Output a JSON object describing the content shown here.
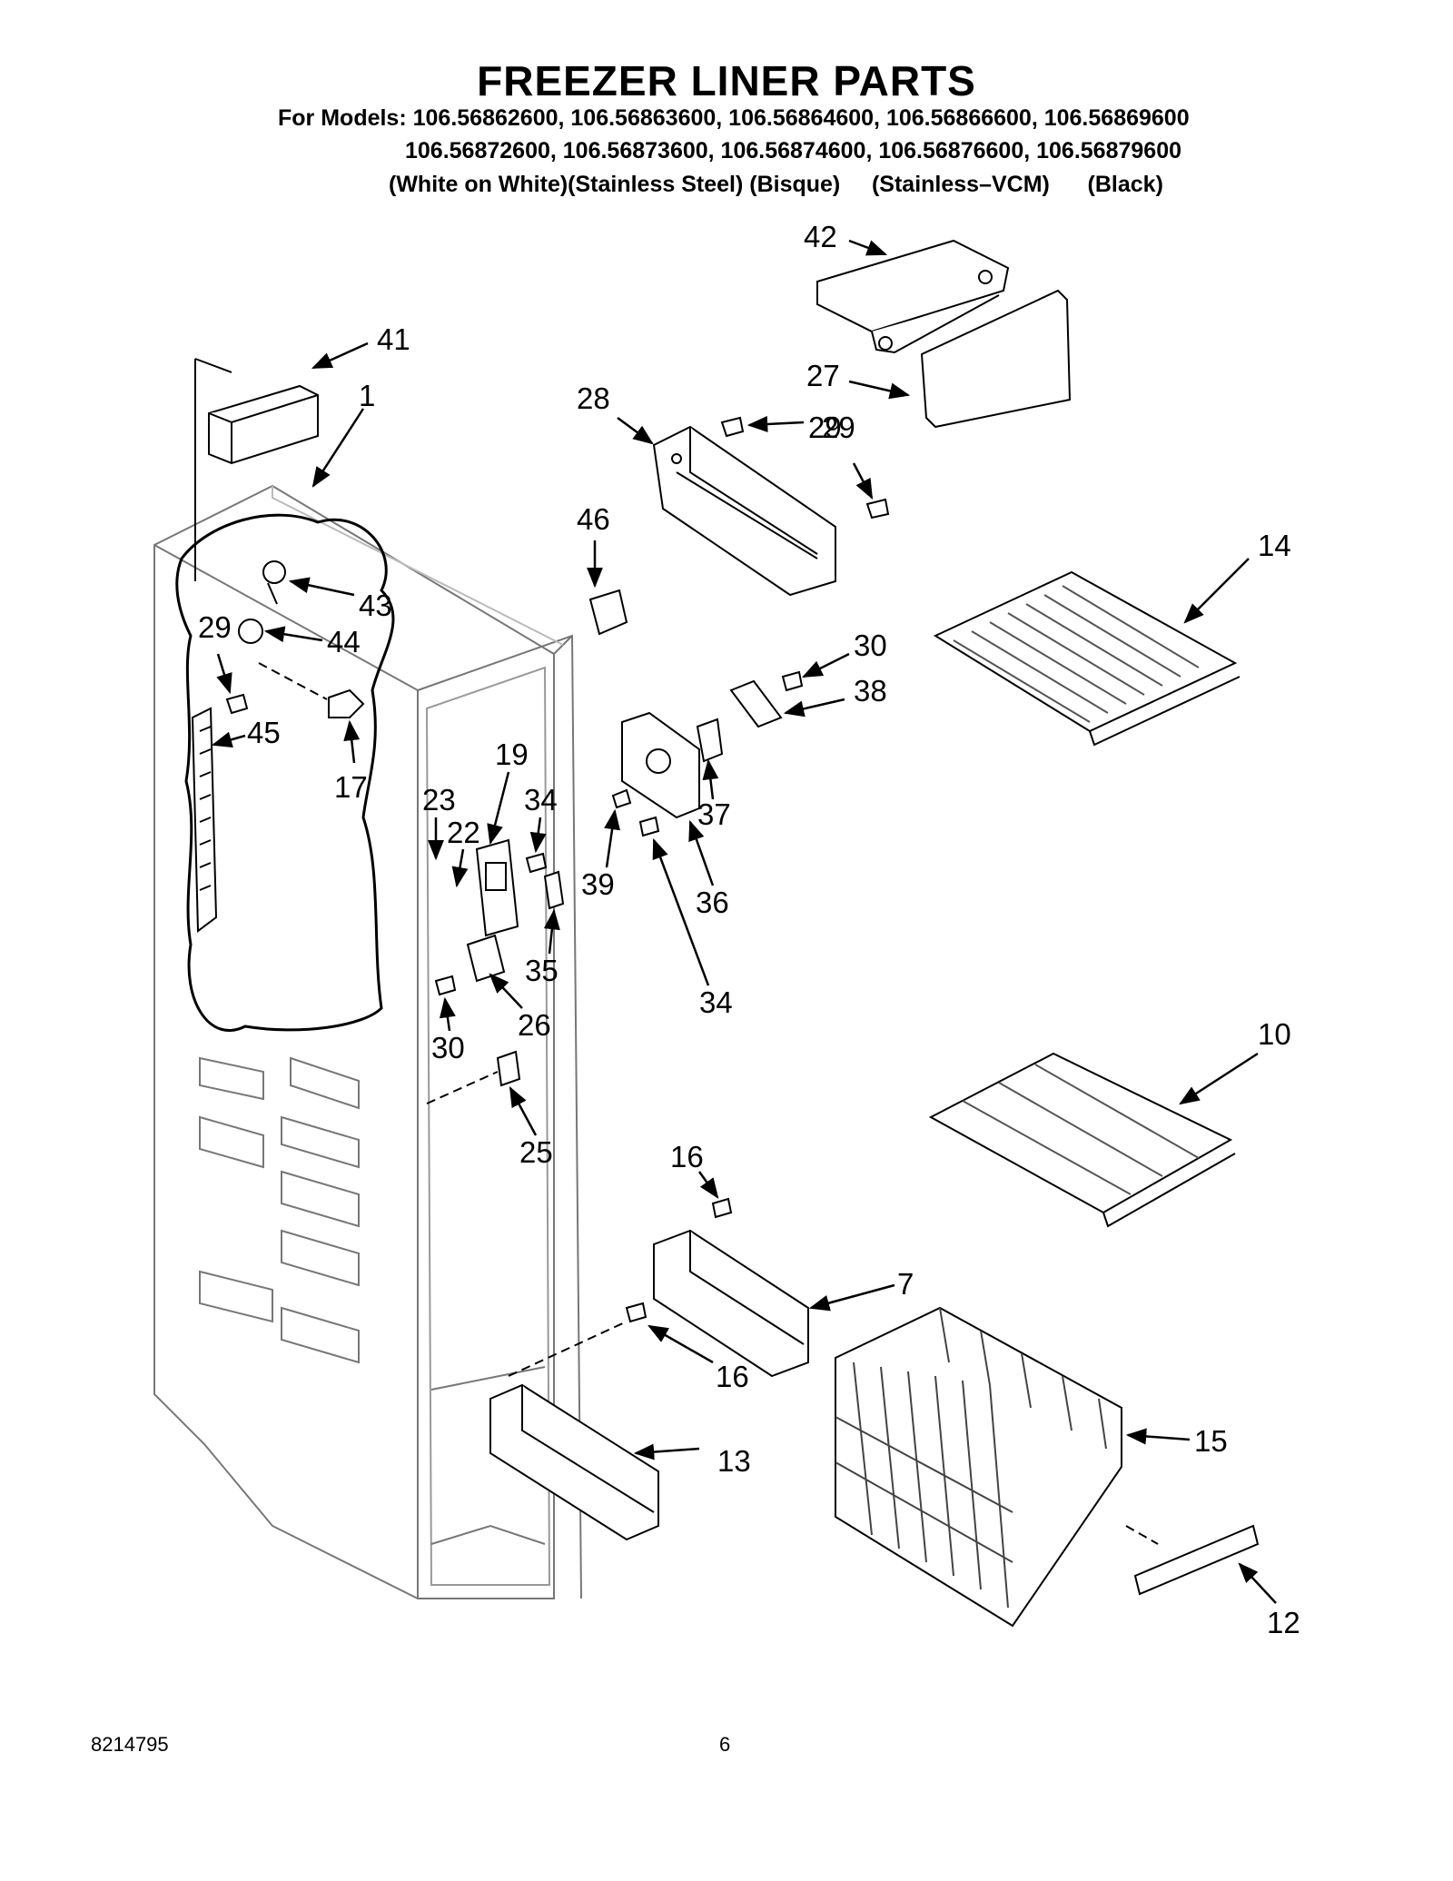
{
  "header": {
    "title": "FREEZER LINER PARTS",
    "models_line_1": "For Models: 106.56862600, 106.56863600, 106.56864600, 106.56866600, 106.56869600",
    "models_line_2": "106.56872600, 106.56873600, 106.56874600, 106.56876600, 106.56879600",
    "models_line_3": "(White on White)(Stainless Steel) (Bisque)     (Stainless–VCM)      (Black)"
  },
  "callouts": [
    "42",
    "41",
    "1",
    "27",
    "28",
    "29",
    "29",
    "46",
    "14",
    "43",
    "29",
    "44",
    "30",
    "38",
    "45",
    "17",
    "19",
    "23",
    "34",
    "22",
    "37",
    "39",
    "36",
    "35",
    "34",
    "26",
    "30",
    "10",
    "25",
    "16",
    "7",
    "16",
    "15",
    "13",
    "12"
  ],
  "footer": {
    "doc_number": "8214795",
    "page_number": "6"
  }
}
